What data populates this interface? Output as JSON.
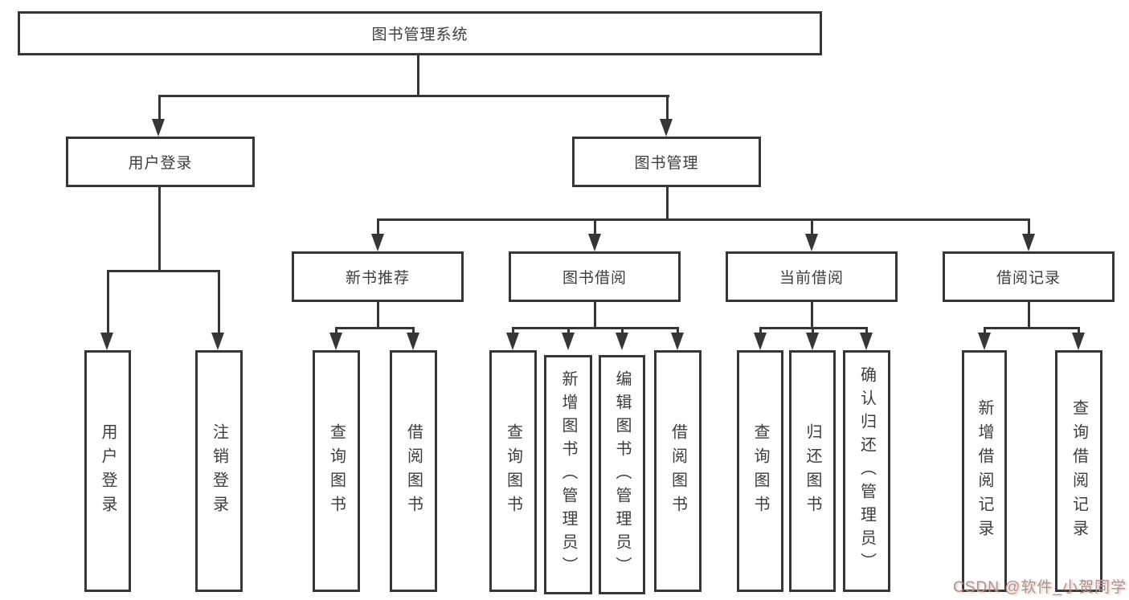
{
  "tree": {
    "root": {
      "label": "图书管理系统"
    },
    "branches": [
      {
        "label": "用户登录",
        "children": [
          "用户登录",
          "注销登录"
        ]
      },
      {
        "label": "图书管理",
        "children": [
          {
            "label": "新书推荐",
            "children": [
              "查询图书",
              "借阅图书"
            ]
          },
          {
            "label": "图书借阅",
            "children": [
              "查询图书",
              "新增图书（管理员）",
              "编辑图书（管理员）",
              "借阅图书"
            ]
          },
          {
            "label": "当前借阅",
            "children": [
              "查询图书",
              "归还图书",
              "确认归还（管理员）"
            ]
          },
          {
            "label": "借阅记录",
            "children": [
              "新增借阅记录",
              "查询借阅记录"
            ]
          }
        ]
      }
    ]
  },
  "watermark": {
    "text": "CSDN @软件_小贺同学"
  },
  "colors": {
    "line": "#363636",
    "text": "#3d3d3d",
    "watermark_grey": "#9c9c9c",
    "watermark_pink": "#f4786e",
    "background": "#ffffff"
  }
}
